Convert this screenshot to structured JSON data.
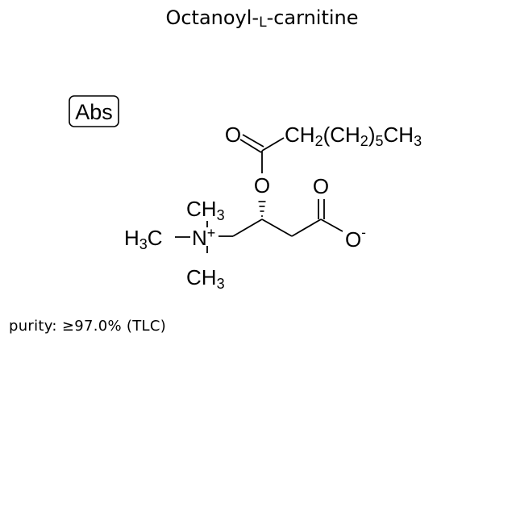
{
  "title": {
    "prefix": "Octanoyl-",
    "stereo_descriptor": "L",
    "suffix": "-carnitine"
  },
  "stereo_badge": "Abs",
  "structure": {
    "substituents": {
      "acyl_chain": {
        "ch2_a": "CH",
        "sub2_a": "2",
        "paren_open": "(CH",
        "sub2_b": "2",
        "paren_close": ")",
        "sub5": "5",
        "ch3": "CH",
        "sub3": "3"
      },
      "carbonyl_o": "O",
      "ester_o": "O",
      "carboxyl_o_double": "O",
      "carboxylate_o": "O",
      "carboxylate_charge": "-",
      "nitrogen": "N",
      "nitrogen_charge": "+",
      "methyl_top": {
        "c": "CH",
        "sub": "3"
      },
      "methyl_left": {
        "h": "H",
        "sub": "3",
        "c": "C"
      },
      "methyl_bottom": {
        "c": "CH",
        "sub": "3"
      }
    }
  },
  "purity": "purity: ≥97.0% (TLC)"
}
